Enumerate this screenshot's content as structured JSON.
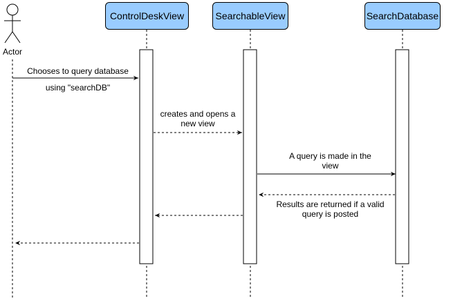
{
  "colors": {
    "participant_fill": "#99ccff",
    "line": "#000000",
    "background": "#ffffff"
  },
  "actor": {
    "label": "Actor"
  },
  "participants": [
    {
      "id": "control",
      "label": "ControlDeskView"
    },
    {
      "id": "searchable",
      "label": "SearchableView"
    },
    {
      "id": "database",
      "label": "SearchDatabase"
    }
  ],
  "messages": [
    {
      "from": "actor",
      "to": "control",
      "style": "solid",
      "label_line1": "Chooses to query database",
      "label_line2": "using \"searchDB\""
    },
    {
      "from": "control",
      "to": "searchable",
      "style": "dashed",
      "label_line1": "creates and opens a",
      "label_line2": "new view"
    },
    {
      "from": "searchable",
      "to": "database",
      "style": "solid",
      "label_line1": "A query is made in the",
      "label_line2": "view"
    },
    {
      "from": "database",
      "to": "searchable",
      "style": "dashed",
      "label_line1": "Results are returned if a valid",
      "label_line2": "query is posted"
    },
    {
      "from": "searchable",
      "to": "control",
      "style": "dashed",
      "label_line1": "",
      "label_line2": ""
    },
    {
      "from": "control",
      "to": "actor",
      "style": "dashed",
      "label_line1": "",
      "label_line2": ""
    }
  ]
}
